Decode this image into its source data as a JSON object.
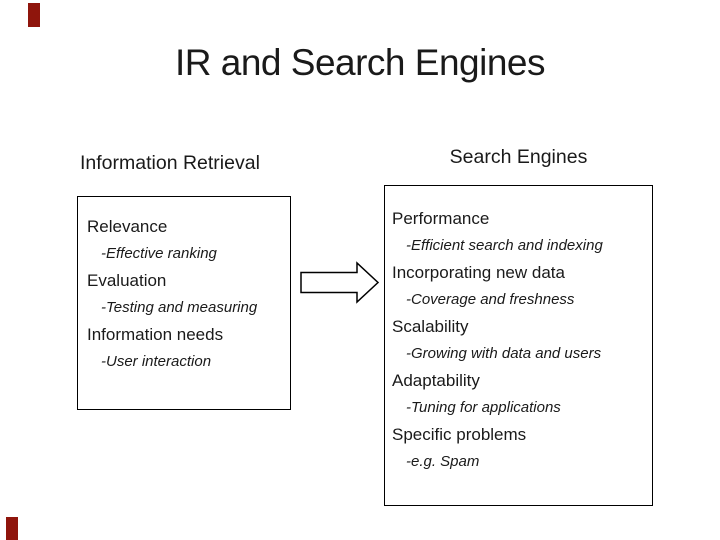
{
  "slide": {
    "title": "IR and Search Engines",
    "left_column": {
      "header": "Information Retrieval",
      "items": [
        {
          "label": "Relevance",
          "sub": "-Effective ranking"
        },
        {
          "label": "Evaluation",
          "sub": "-Testing and measuring"
        },
        {
          "label": "Information needs",
          "sub": "-User interaction"
        }
      ]
    },
    "right_column": {
      "header": "Search Engines",
      "items": [
        {
          "label": "Performance",
          "sub": "-Efficient search and indexing"
        },
        {
          "label": "Incorporating new data",
          "sub": "-Coverage and freshness"
        },
        {
          "label": "Scalability",
          "sub": "-Growing with data and users"
        },
        {
          "label": "Adaptability",
          "sub": "-Tuning for applications"
        },
        {
          "label": "Specific problems",
          "sub": "-e.g. Spam"
        }
      ]
    },
    "arrow_icon": "right-block-arrow"
  },
  "colors": {
    "accent": "#8F150C",
    "text": "#1a1a1a",
    "background": "#ffffff",
    "box_border": "#000000"
  }
}
